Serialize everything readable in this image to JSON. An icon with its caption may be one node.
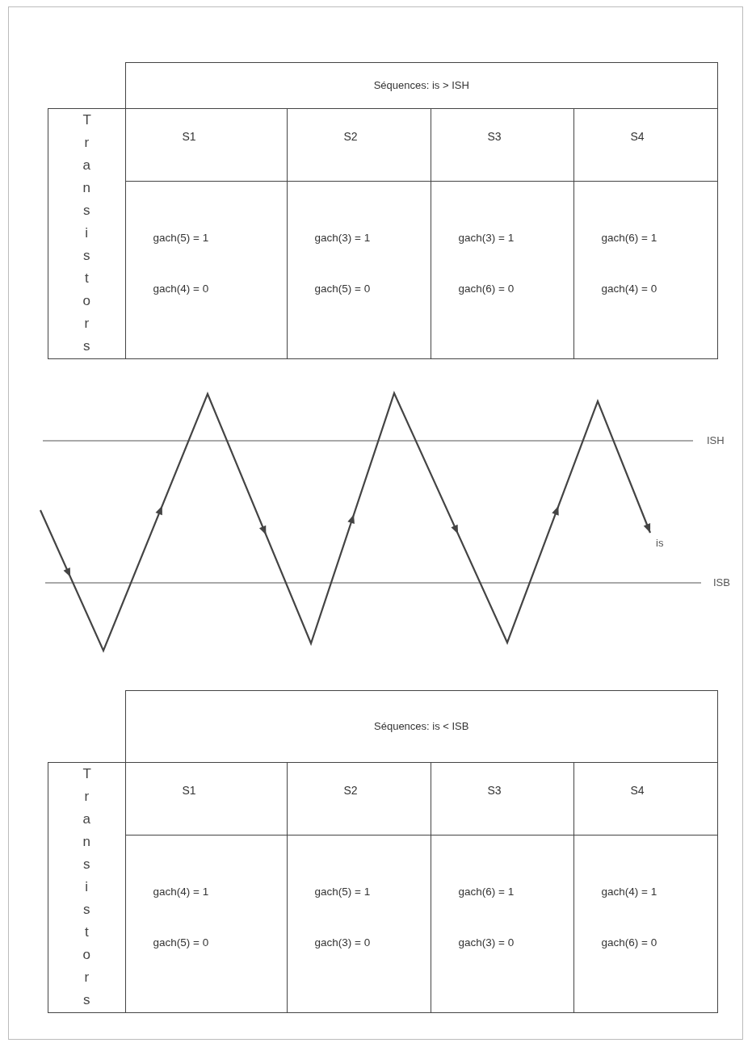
{
  "diagram": {
    "labels": [
      "Séquences:  is > ISH",
      "Transistors",
      "S1",
      "S2",
      "S3",
      "S4",
      "gach(5) = 1",
      "gach(4) = 0",
      "gach(3) = 1",
      "gach(5) = 0",
      "gach(3) = 1",
      "gach(6) = 0",
      "gach(6) = 1",
      "gach(4) = 0",
      "ISH",
      "is",
      "ISB",
      "Séquences:  is < ISB",
      "Transistors",
      "S1",
      "S2",
      "S3",
      "S4",
      "gach(4) = 1",
      "gach(5) = 0",
      "gach(5) = 1",
      "gach(3) = 0",
      "gach(6) = 1",
      "gach(3) = 0",
      "gach(4) = 1",
      "gach(6) = 0"
    ]
  }
}
